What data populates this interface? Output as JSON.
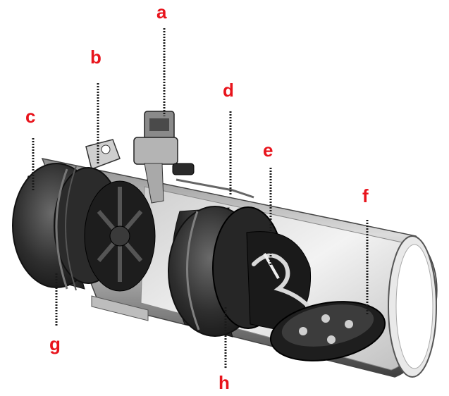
{
  "labels": {
    "a": "a",
    "b": "b",
    "c": "c",
    "d": "d",
    "e": "e",
    "f": "f",
    "g": "g",
    "h": "h"
  },
  "colors": {
    "label": "#e8141c",
    "leader": "#1a1a1a",
    "tube_dark": "#5a5a5a",
    "tube_light": "#d8d8d8",
    "component": "#2a2a2a",
    "interior": "#efefef"
  },
  "icons": {
    "connector": "solenoid-valve-icon",
    "bracket": "mounting-bracket-icon"
  }
}
